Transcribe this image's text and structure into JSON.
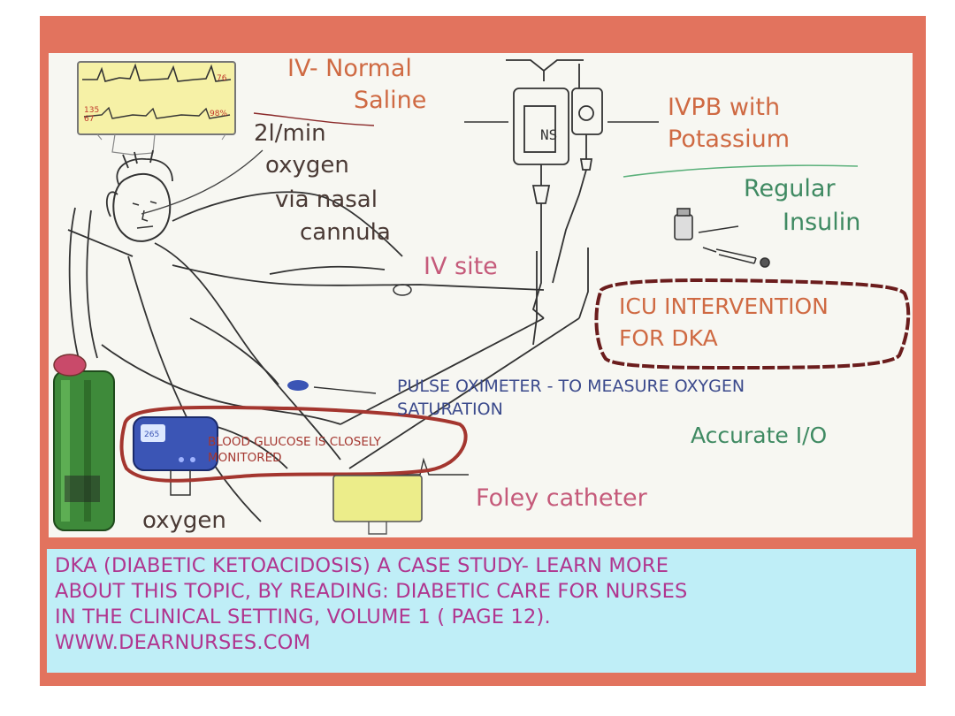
{
  "colors": {
    "frame": "#e2735e",
    "panel": "#f7f7f2",
    "caption_bg": "#bfeef7",
    "caption_text": "#b0358f",
    "orange_label": "#cf6a43",
    "dark_label": "#4a3a35",
    "green_label": "#3f8a62",
    "navy_label": "#3b4a8c",
    "pink_label": "#c55a7a",
    "icu_border": "#6b1d1d"
  },
  "labels": {
    "iv_normal_saline_1": "IV- Normal",
    "iv_normal_saline_2": "Saline",
    "oxygen_rate_1": "2l/min",
    "oxygen_rate_2": "oxygen",
    "oxygen_rate_3": "via nasal",
    "oxygen_rate_4": "cannula",
    "ivpb_1": "IVPB with",
    "ivpb_2": "Potassium",
    "regular_insulin_1": "Regular",
    "regular_insulin_2": "Insulin",
    "iv_site": "IV site",
    "icu_1": "ICU INTERVENTION",
    "icu_2": "FOR DKA",
    "pulse_ox_1": "PULSE OXIMETER - TO  MEASURE OXYGEN",
    "pulse_ox_2": "SATURATION",
    "accurate_io": "Accurate I/O",
    "blood_glucose_1": "BLOOD  GLUCOSE IS CLOSELY",
    "blood_glucose_2": "MONITORED",
    "foley": "Foley catheter",
    "oxygen_tank": "oxygen",
    "iv_bag_text": "NS",
    "glucometer_reading": "265",
    "monitor_hr": "135",
    "monitor_bp": "67",
    "monitor_spo2": "98%",
    "monitor_top": "76"
  },
  "caption": {
    "line1": "DKA (DIABETIC  KETOACIDOSIS) A CASE STUDY- LEARN MORE",
    "line2": "ABOUT THIS TOPIC, BY READING: DIABETIC CARE FOR NURSES",
    "line3": "IN THE CLINICAL SETTING, VOLUME 1  ( PAGE 12).",
    "line4": "WWW.DEARNURSES.COM"
  }
}
